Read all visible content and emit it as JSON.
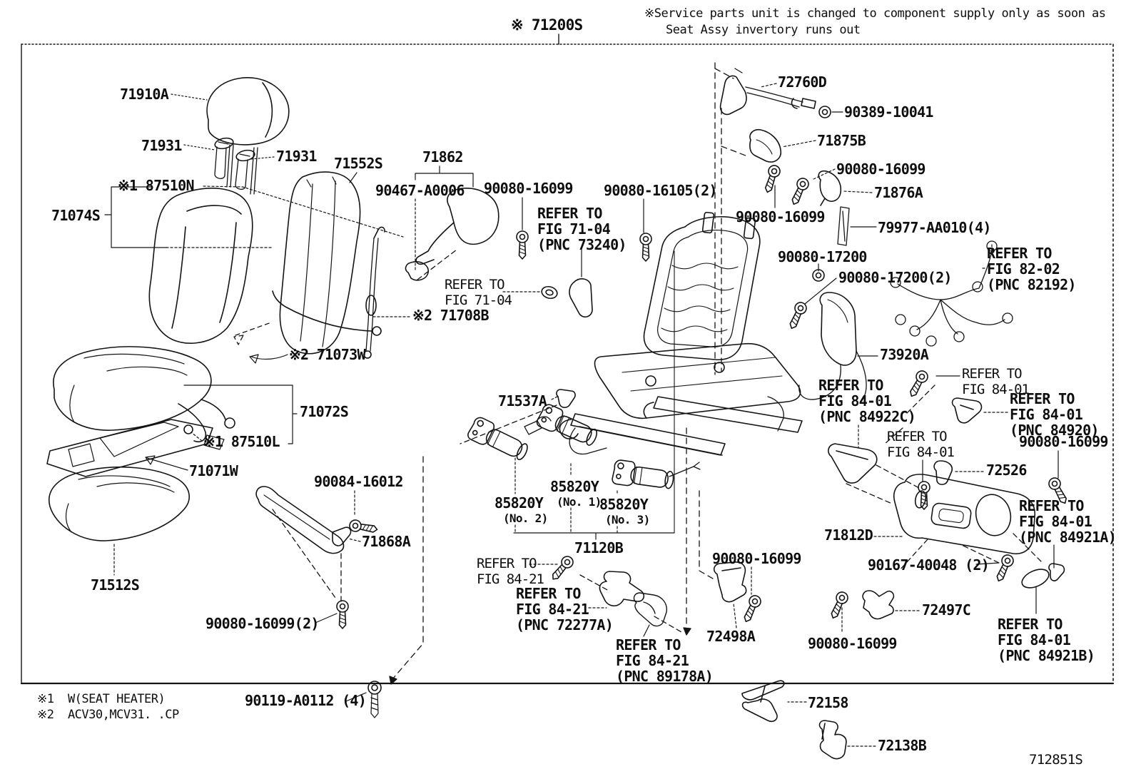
{
  "frame": {
    "assembly_ref": "※ 71200S",
    "diagram_code": "712851S"
  },
  "service_note": {
    "line1": "※Service parts unit is changed to component supply only as soon as",
    "line2": "Seat Assy invertory runs out"
  },
  "footnotes": {
    "note1": "※1  W(SEAT HEATER)",
    "note2": "※2  ACV30,MCV31. .CP"
  },
  "parts": {
    "p71910a": "71910A",
    "p71931l": "71931",
    "p71931r": "71931",
    "p71552s": "71552S",
    "p87510n": "※1 87510N",
    "p71074s": "71074S",
    "p71862": "71862",
    "p90467a0006": "90467-A0006",
    "p90080_16099_a": "90080-16099",
    "p90080_16105": "90080-16105(2)",
    "p90080_16099_b": "90080-16099",
    "p72760d": "72760D",
    "p90389_10041": "90389-10041",
    "p71875b": "71875B",
    "p90080_16099_c": "90080-16099",
    "p71876a": "71876A",
    "p79977_aa010": "79977-AA010(4)",
    "p90080_17200": "90080-17200",
    "p90080_17200_2": "90080-17200(2)",
    "p71708b": "※2 71708B",
    "p71073w": "※2 71073W",
    "p73920a": "73920A",
    "p72526": "72526",
    "p71537a": "71537A",
    "p85820y_2": "85820Y",
    "p85820y_2_no": "(No. 2)",
    "p85820y_1": "85820Y",
    "p85820y_1_no": "(No. 1)",
    "p85820y_3": "85820Y",
    "p85820y_3_no": "(No. 3)",
    "p71120b": "71120B",
    "p71072s": "71072S",
    "p87510l": "※1 87510L",
    "p71071w": "71071W",
    "p71512s": "71512S",
    "p90084_16012": "90084-16012",
    "p71868a": "71868A",
    "p90080_16099_2": "90080-16099(2)",
    "p90080_16099_e": "90080-16099",
    "p72498a": "72498A",
    "p71812d": "71812D",
    "p90167_40048": "90167-40048 (2)",
    "p72497c": "72497C",
    "p90080_16099_f": "90080-16099",
    "p90080_16099_d": "90080-16099",
    "p90119_a0112": "90119-A0112 (4)",
    "p72158": "72158",
    "p72138b": "72138B"
  },
  "references": {
    "fig7104_pnc73240": "REFER TO\nFIG 71-04\n(PNC 73240)",
    "fig7104": "REFER TO\nFIG 71-04",
    "fig8202_pnc82192": "REFER TO\nFIG 82-02\n(PNC 82192)",
    "fig8401_a": "REFER TO\nFIG 84-01",
    "fig8401_pnc84922c": "REFER TO\nFIG 84-01\n(PNC 84922C)",
    "fig8401_pnc84920": "REFER TO\nFIG 84-01\n(PNC 84920)",
    "fig8401_b": "REFER TO\nFIG 84-01",
    "fig8401_pnc84921a": "REFER TO\nFIG 84-01\n(PNC 84921A)",
    "fig8401_pnc84921b": "REFER TO\nFIG 84-01\n(PNC 84921B)",
    "fig8421_a": "REFER TO\nFIG 84-21",
    "fig8421_pnc72277a": "REFER TO\nFIG 84-21\n(PNC 72277A)",
    "fig8421_pnc89178a": "REFER TO\nFIG 84-21\n(PNC 89178A)"
  }
}
